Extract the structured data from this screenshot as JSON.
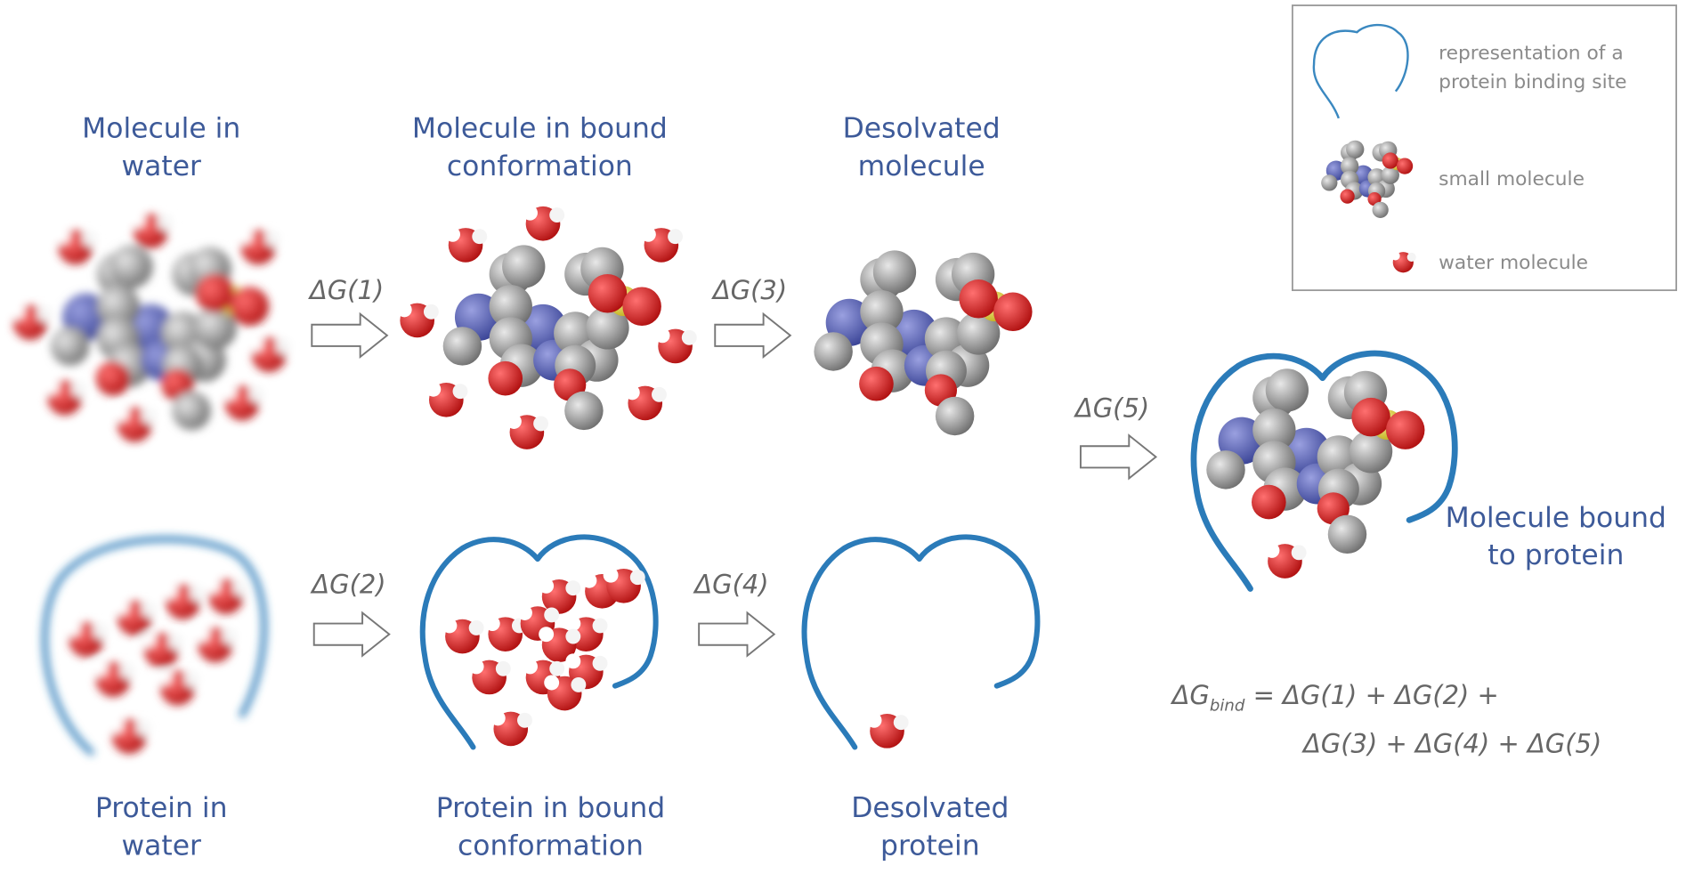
{
  "top_labels": {
    "molecule_in_water": [
      "Molecule in",
      "water"
    ],
    "molecule_bound_conf": [
      "Molecule in bound",
      "conformation"
    ],
    "desolvated_molecule": [
      "Desolvated",
      "molecule"
    ]
  },
  "bottom_labels": {
    "protein_in_water": [
      "Protein in",
      "water"
    ],
    "protein_bound_conf": [
      "Protein in bound",
      "conformation"
    ],
    "desolvated_protein": [
      "Desolvated",
      "protein"
    ]
  },
  "complex_label": [
    "Molecule bound",
    "to protein"
  ],
  "steps": [
    "ΔG(1)",
    "ΔG(2)",
    "ΔG(3)",
    "ΔG(4)",
    "ΔG(5)"
  ],
  "equation": {
    "lhs": "ΔG",
    "lhs_sub": "bind",
    "line1": " = ΔG(1) + ΔG(2) +",
    "line2": "ΔG(3) + ΔG(4) + ΔG(5)"
  },
  "legend": {
    "binding_site": [
      "representation of a",
      "protein binding site"
    ],
    "small_molecule": "small molecule",
    "water_molecule": "water molecule"
  },
  "colors": {
    "label_blue": "#3d5a99",
    "site_blue": "#2b7bb9",
    "oxygen": "#d42020",
    "carbon": "#8c8c8c",
    "nitrogen": "#4a55a8",
    "sulfur": "#e0d030"
  }
}
